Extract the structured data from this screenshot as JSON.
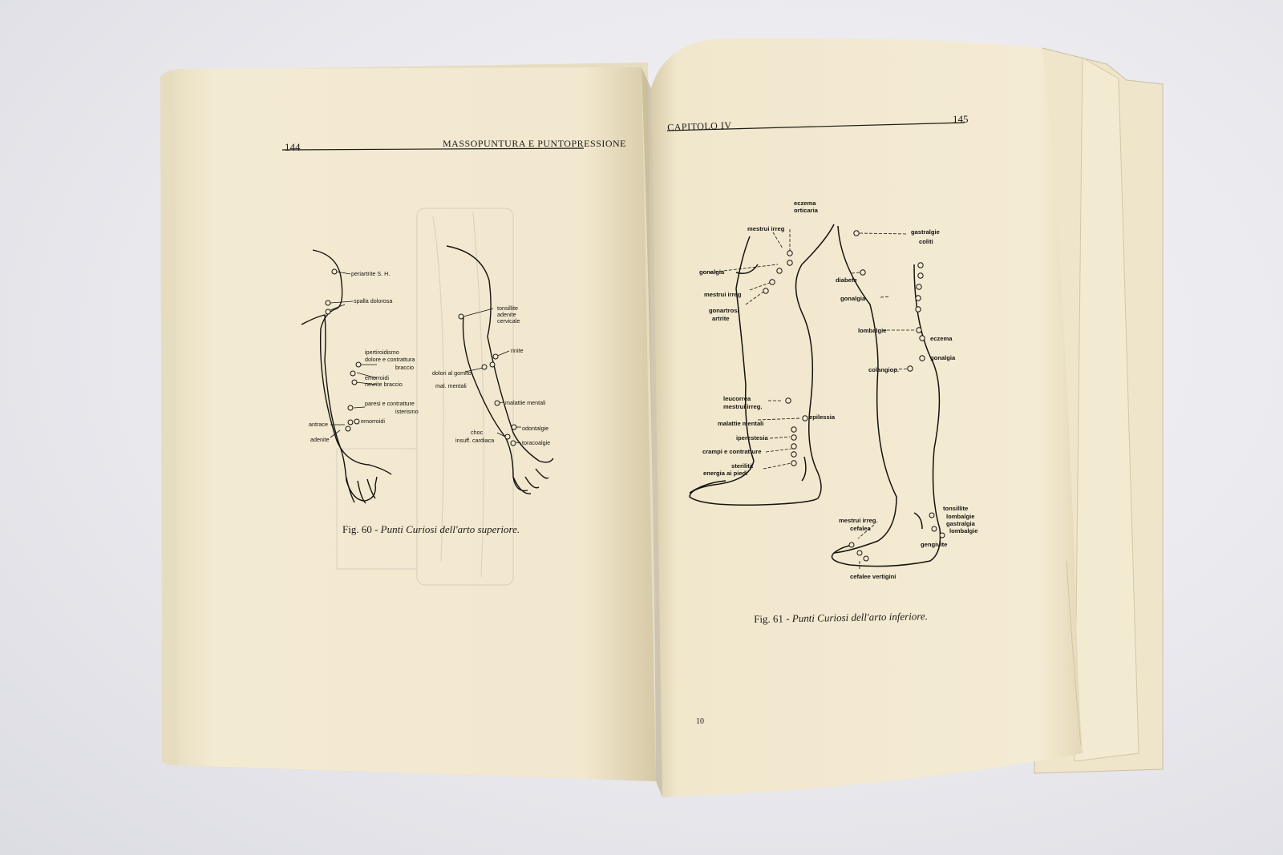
{
  "left_page": {
    "page_number": "144",
    "running_head": "MASSOPUNTURA E PUNTOPRESSIONE",
    "figure": {
      "caption_prefix": "Fig. 60 - ",
      "caption_title": "Punti Curiosi dell'arto superiore.",
      "labels": {
        "periartrite": "periartrite S. H.",
        "spalla": "spalla dolorosa",
        "ipertiroidismo": "ipertiroidismo",
        "dolore": "dolore e contrattura",
        "braccio": "braccio",
        "emorroidi1": "emorroidi",
        "nevrite": "nevrite braccio",
        "paresi": "paresi e contratture",
        "isterismo": "isterismo",
        "antrace": "antrace",
        "emorroidi2": "emorroidi",
        "adenite": "adenite",
        "tonsillite": "tonsillite",
        "adenite_cerv": "adenite",
        "cervicale": "cervicale",
        "rinite": "rinite",
        "dolori_gomito": "dolori al gomito",
        "mal_mentali": "mal. mentali",
        "malattie_mentali": "malattie mentali",
        "odontalgie": "odontalgie",
        "choc": "choc",
        "insuff": "insuff. cardiaca",
        "toracoalgie": "toracoalgie"
      }
    }
  },
  "right_page": {
    "page_number": "145",
    "running_head": "CAPITOLO IV",
    "footer_number": "10",
    "figure": {
      "caption_prefix": "Fig. 61 - ",
      "caption_title": "Punti Curiosi dell'arto inferiore.",
      "labels": {
        "eczema_top": "eczema",
        "orticaria": "orticaria",
        "mestrui_irreg_top": "mestrui irreg",
        "gonalgia_l": "gonalgia",
        "mestrui_irreg2": "mestrui irreg",
        "gonartrosi": "gonartrosi",
        "artrite": "artrite",
        "leucorrea": "leucorrea",
        "mestrui_irreg3": "mestrui irreg.",
        "malattie_mentali": "malattie mentali",
        "epilessia": "epilessia",
        "iperestesia": "iperestesia",
        "crampi": "crampi e contratture",
        "sterilita": "sterilità",
        "energia": "energia ai piedi",
        "gastralgie": "gastralgie",
        "coliti": "coliti",
        "diabete": "diabete",
        "gonalgia_r": "gonalgia",
        "lombalgie": "lombalgie",
        "eczema_r": "eczema",
        "gonalgia_r2": "gonalgia",
        "colangiop": "colangiop.",
        "mestrui_irreg_foot": "mestrui irreg.",
        "cefalea": "cefalea",
        "tonsillite": "tonsillite",
        "lombalgie2": "lombalgie",
        "gastralgia": "gastralgia",
        "lombalgie3": "lombalgie",
        "gengivite": "gengivite",
        "cefalee_vertigini": "cefalee vertigini"
      }
    }
  },
  "colors": {
    "paper": "#f3ead2",
    "paper_shadow": "#e2d6b6",
    "ink": "#1d1b16"
  }
}
